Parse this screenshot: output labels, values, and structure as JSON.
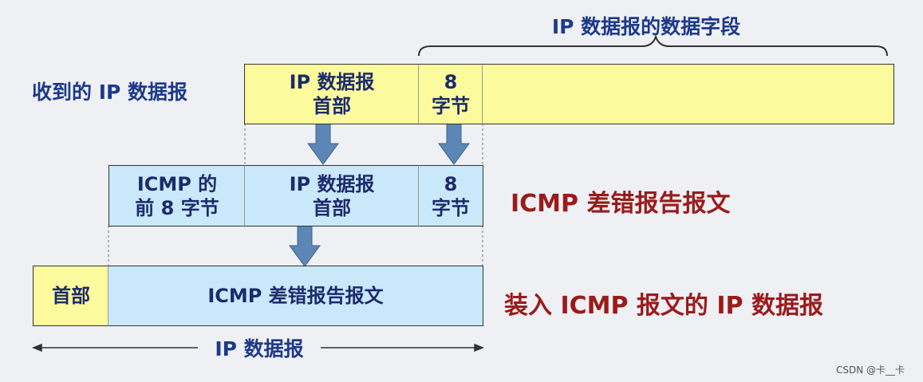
{
  "top_brace_label": "IP 数据报的数据字段",
  "received_label": "收到的 IP 数据报",
  "row1": {
    "header_line1": "IP 数据报",
    "header_line2": "首部",
    "bytes_line1": "8",
    "bytes_line2": "字节"
  },
  "row2": {
    "icmp_line1": "ICMP 的",
    "icmp_line2": "前 8 字节",
    "header_line1": "IP 数据报",
    "header_line2": "首部",
    "bytes_line1": "8",
    "bytes_line2": "字节",
    "side_label": "ICMP 差错报告报文"
  },
  "row3": {
    "header": "首部",
    "body": "ICMP 差错报告报文",
    "side_label": "装入 ICMP 报文的 IP 数据报"
  },
  "bottom_label": "IP 数据报",
  "watermark": "CSDN @卡__卡",
  "colors": {
    "yellow": "#fbfb9e",
    "blue": "#c9e9fb",
    "arrow": "#5b86b5",
    "title_blue": "#1d3a8a",
    "title_red": "#9a1b1b"
  }
}
